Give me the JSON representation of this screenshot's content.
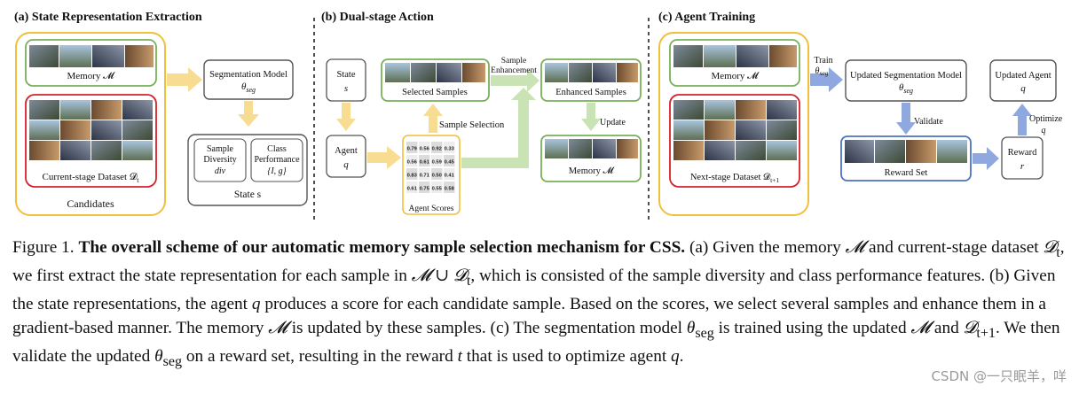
{
  "colors": {
    "yellow": "#f2bf3c",
    "green": "#78b05a",
    "red": "#d8202b",
    "gray": "#555555",
    "blue": "#4a72c4",
    "arrow_yellow": "#f7dc92",
    "arrow_green": "#c9e3b4",
    "arrow_blue": "#8fa9e0"
  },
  "sections": {
    "a": "(a) State Representation Extraction",
    "b": "(b) Dual-stage Action",
    "c": "(c) Agent Training"
  },
  "panel_a": {
    "memory_label": "Memory 𝓜",
    "dataset_label": "Current-stage Dataset 𝓓",
    "dataset_sub": "t",
    "candidates_label": "Candidates",
    "seg_model_line1": "Segmentation Model",
    "seg_model_line2": "θ",
    "seg_model_sub": "seg",
    "diversity_l1": "Sample",
    "diversity_l2": "Diversity",
    "diversity_l3": "div",
    "perf_l1": "Class",
    "perf_l2": "Performance",
    "perf_l3": "{I, g}",
    "state_label": "State s"
  },
  "panel_b": {
    "state_l1": "State",
    "state_l2": "s",
    "agent_l1": "Agent",
    "agent_l2": "q",
    "selected_label": "Selected Samples",
    "sample_selection_label": "Sample Selection",
    "agent_scores_label": "Agent Scores",
    "sample_enh_l1": "Sample",
    "sample_enh_l2": "Enhancement",
    "enhanced_label": "Enhanced Samples",
    "update_label": "Update",
    "memory_label": "Memory 𝓜",
    "scores": [
      [
        "0.79",
        "0.56",
        "0.92",
        "0.33"
      ],
      [
        "0.56",
        "0.61",
        "0.59",
        "0.45"
      ],
      [
        "0.83",
        "0.71",
        "0.50",
        "0.41"
      ],
      [
        "0.61",
        "0.75",
        "0.55",
        "0.58"
      ]
    ]
  },
  "panel_c": {
    "memory_label": "Memory 𝓜",
    "dataset_label": "Next-stage Dataset 𝓓",
    "dataset_sub": "t+1",
    "train_l1": "Train",
    "train_l2": "θ",
    "train_sub": "seg",
    "updated_seg_l1": "Updated Segmentation Model",
    "updated_seg_l2": "θ",
    "updated_seg_sub": "seg",
    "validate_label": "Validate",
    "reward_set_label": "Reward Set",
    "reward_l1": "Reward",
    "reward_l2": "r",
    "optimize_l1": "Optimize",
    "optimize_l2": "q",
    "updated_agent_l1": "Updated Agent",
    "updated_agent_l2": "q"
  },
  "caption": {
    "fig_label": "Figure 1.",
    "bold_title": "The overall scheme of our automatic memory sample selection mechanism for CSS.",
    "s1": "(a) Given the memory",
    "m1": "𝓜",
    "s2": "and current-stage dataset",
    "d1": "𝓓",
    "d1_sub": "t",
    "s3": ", we first extract the state representation for each sample in",
    "union_a": "𝓜 ∪ 𝓓",
    "union_sub": "t",
    "s4": ", which is consisted of the sample diversity and class performance features. (b) Given the state representations, the agent",
    "q1": "q",
    "s5": "produces a score for each candidate sample. Based on the scores, we select several samples and enhance them in a gradient-based manner. The memory",
    "m2": "𝓜",
    "s6": "is updated by these samples. (c) The segmentation model",
    "th1": "θ",
    "th1_sub": "seg",
    "s7": "is trained using the updated",
    "m3": "𝓜",
    "s8": "and",
    "d2": "𝓓",
    "d2_sub": "t+1",
    "s9": ". We then validate the updated",
    "th2": "θ",
    "th2_sub": "seg",
    "s10": "on a reward set, resulting in the reward",
    "t1": "t",
    "s11": "that is used to optimize agent",
    "q2": "q",
    "s12": "."
  },
  "watermark": "CSDN @一只眠羊，咩"
}
